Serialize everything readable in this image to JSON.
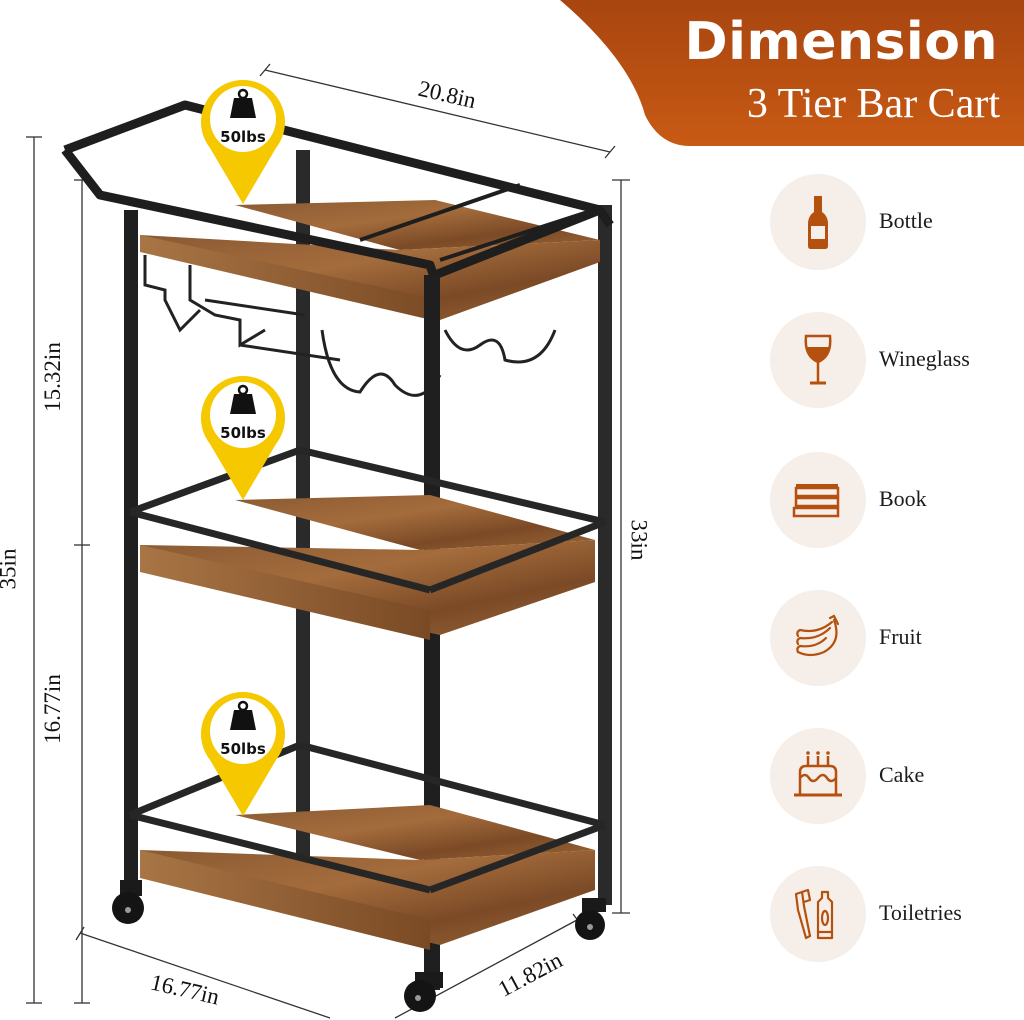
{
  "header": {
    "title": "Dimension",
    "subtitle": "3 Tier Bar Cart",
    "banner_color": "#c15616"
  },
  "dimensions": {
    "width": "20.8in",
    "total_height": "35in",
    "upper_section_height": "15.32in",
    "lower_section_height": "16.77in",
    "side_height": "33in",
    "base_length": "16.77in",
    "base_depth": "11.82in"
  },
  "weight_capacity": {
    "tiers": [
      {
        "label": "50lbs",
        "icon": "weight-icon"
      },
      {
        "label": "50lbs",
        "icon": "weight-icon"
      },
      {
        "label": "50lbs",
        "icon": "weight-icon"
      }
    ],
    "pin_color": "#f5c800"
  },
  "uses": {
    "icon_color": "#b5510f",
    "circle_color": "#f6eee8",
    "items": [
      {
        "label": "Bottle",
        "icon": "bottle-icon"
      },
      {
        "label": "Wineglass",
        "icon": "wineglass-icon"
      },
      {
        "label": "Book",
        "icon": "book-icon"
      },
      {
        "label": "Fruit",
        "icon": "banana-icon"
      },
      {
        "label": "Cake",
        "icon": "cake-icon"
      },
      {
        "label": "Toiletries",
        "icon": "toiletries-icon"
      }
    ]
  }
}
